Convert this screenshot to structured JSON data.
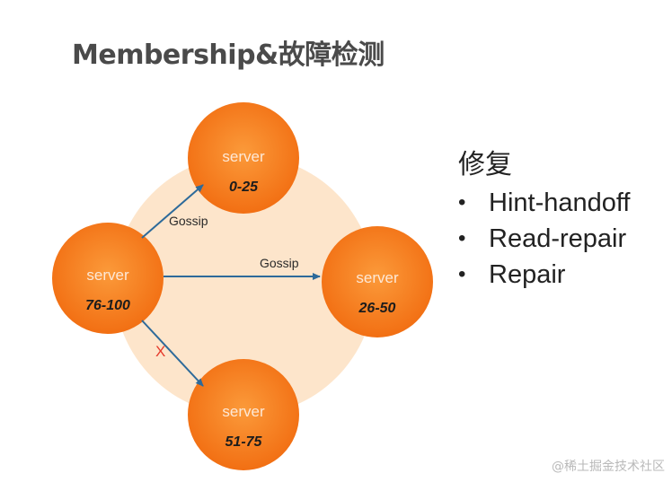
{
  "title": "Membership&故障检测",
  "nodes": [
    {
      "id": "top",
      "label": "server",
      "range": "0-25"
    },
    {
      "id": "left",
      "label": "server",
      "range": "76-100"
    },
    {
      "id": "right",
      "label": "server",
      "range": "26-50"
    },
    {
      "id": "bottom",
      "label": "server",
      "range": "51-75"
    }
  ],
  "edges": [
    {
      "from": "left",
      "to": "top",
      "label": "Gossip"
    },
    {
      "from": "left",
      "to": "right",
      "label": "Gossip"
    },
    {
      "from": "left",
      "to": "bottom",
      "label": "",
      "failed_mark": "X"
    }
  ],
  "repair": {
    "title": "修复",
    "items": [
      "Hint-handoff",
      "Read-repair",
      "Repair"
    ]
  },
  "watermark": "@稀土掘金技术社区",
  "colors": {
    "ring": "#fde0c2",
    "node": "#f47c20",
    "node_center": "#fb9a3a",
    "node_text": "#fde8d6",
    "range_text": "#1c1c1c",
    "arrow": "#2d6a9a",
    "fail_mark": "#e53a2b"
  }
}
